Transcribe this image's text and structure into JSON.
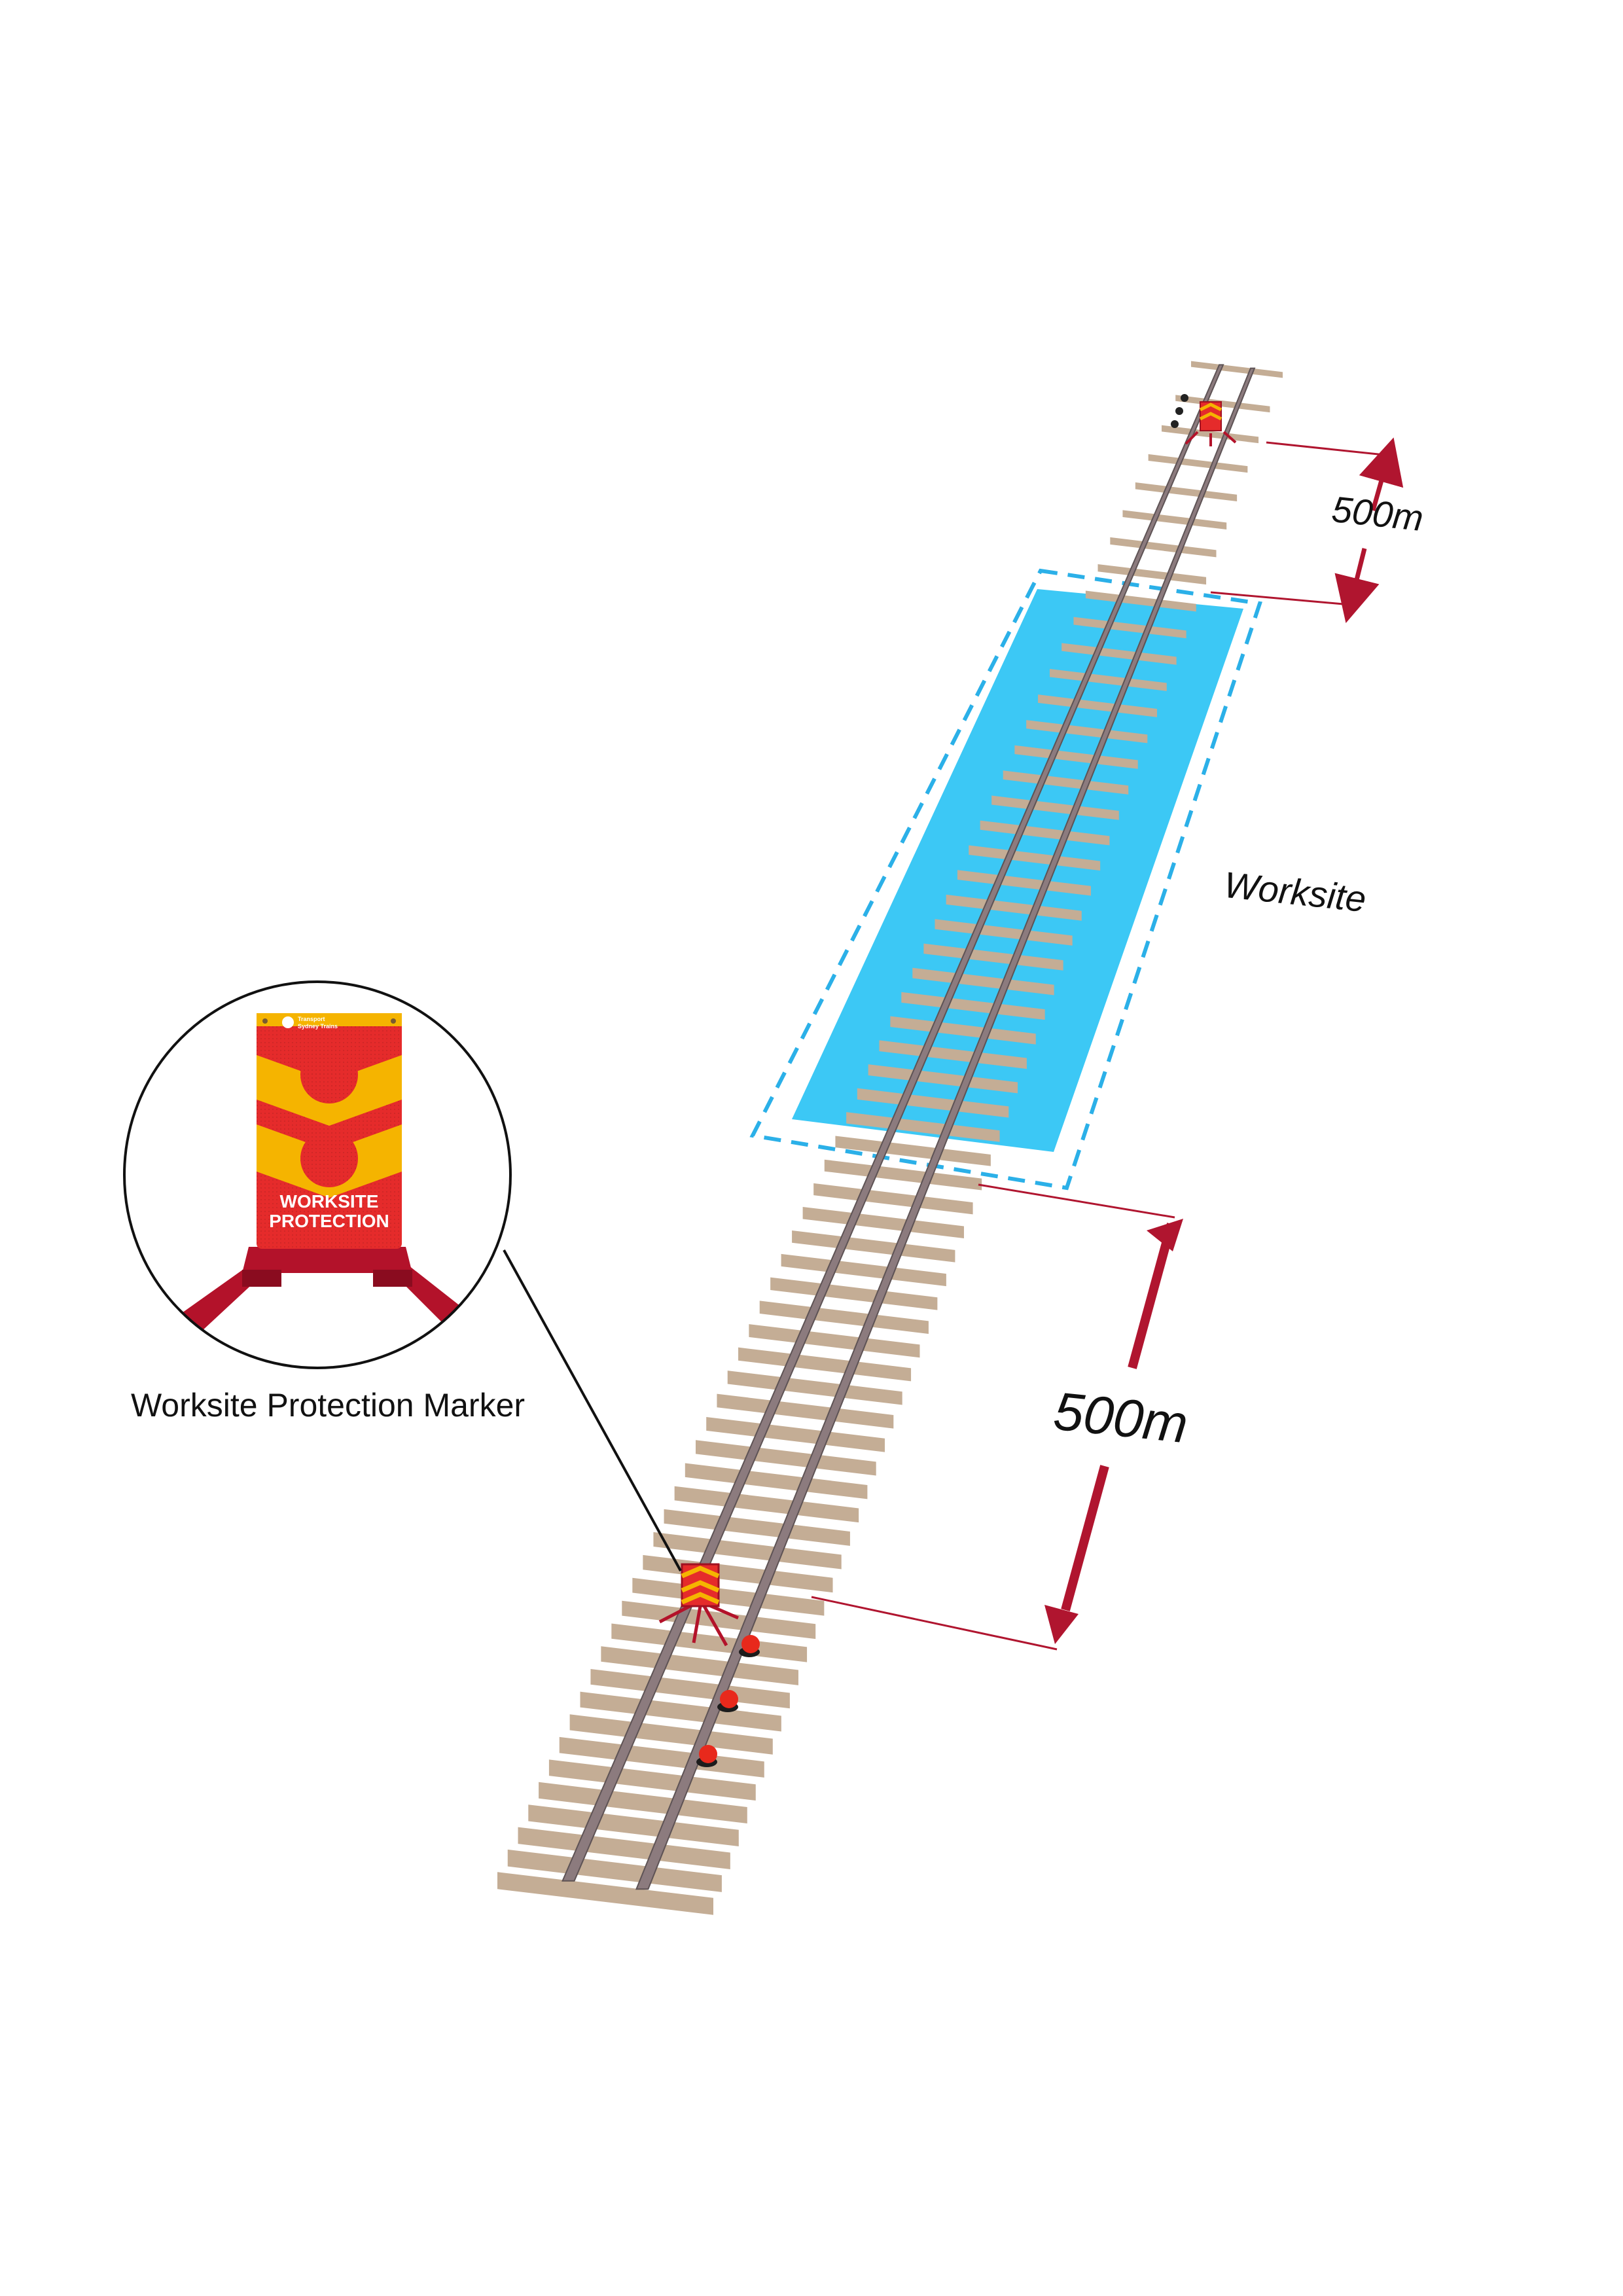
{
  "labels": {
    "distance_top": "500m",
    "worksite": "Worksite",
    "distance_bottom": "500m",
    "marker": "Worksite Protection Marker"
  },
  "sign": {
    "line1": "WORKSITE",
    "line2": "PROTECTION",
    "brand_line1": "Transport",
    "brand_line2": "Sydney Trains"
  },
  "colors": {
    "worksite_fill": "#3cc8f5",
    "worksite_border": "#2bb0e8",
    "sleeper": "#c4ad95",
    "rail": "#8c7b7e",
    "dimension": "#b0152f",
    "sign_red": "#e52b2b",
    "sign_yellow": "#f5b400",
    "stand": "#b3122a",
    "detonator": "#e8291c"
  },
  "icons": {
    "marker_icon": "worksite-protection-marker",
    "detonator_icon": "track-detonator"
  }
}
